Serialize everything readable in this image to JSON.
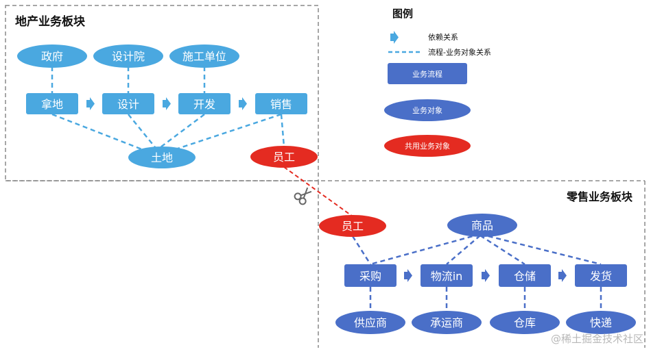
{
  "colors": {
    "light_blue": "#4aa8e0",
    "dark_blue": "#4a6fc8",
    "red": "#e42b21",
    "border_gray": "#888888",
    "dash_light": "#4aa8e0",
    "dash_dark": "#4a6fc8",
    "dash_red": "#e42b21"
  },
  "sections": {
    "real_estate": {
      "title": "地产业务板块"
    },
    "retail": {
      "title": "零售业务板块"
    }
  },
  "legend": {
    "title": "图例",
    "dependency_label": "依赖关系",
    "flow_object_label": "流程-业务对象关系",
    "process_label": "业务流程",
    "object_label": "业务对象",
    "shared_object_label": "共用业务对象"
  },
  "real_estate": {
    "objects": [
      "政府",
      "设计院",
      "施工单位"
    ],
    "processes": [
      "拿地",
      "设计",
      "开发",
      "销售"
    ],
    "land": "土地",
    "shared_employee": "员工"
  },
  "retail": {
    "shared_employee": "员工",
    "product": "商品",
    "processes": [
      "采购",
      "物流in",
      "仓储",
      "发货"
    ],
    "objects": [
      "供应商",
      "承运商",
      "仓库",
      "快递"
    ]
  },
  "icons": {
    "arrow": "chevron-arrow-icon",
    "cut": "scissors-icon"
  },
  "watermark": "@稀土掘金技术社区"
}
